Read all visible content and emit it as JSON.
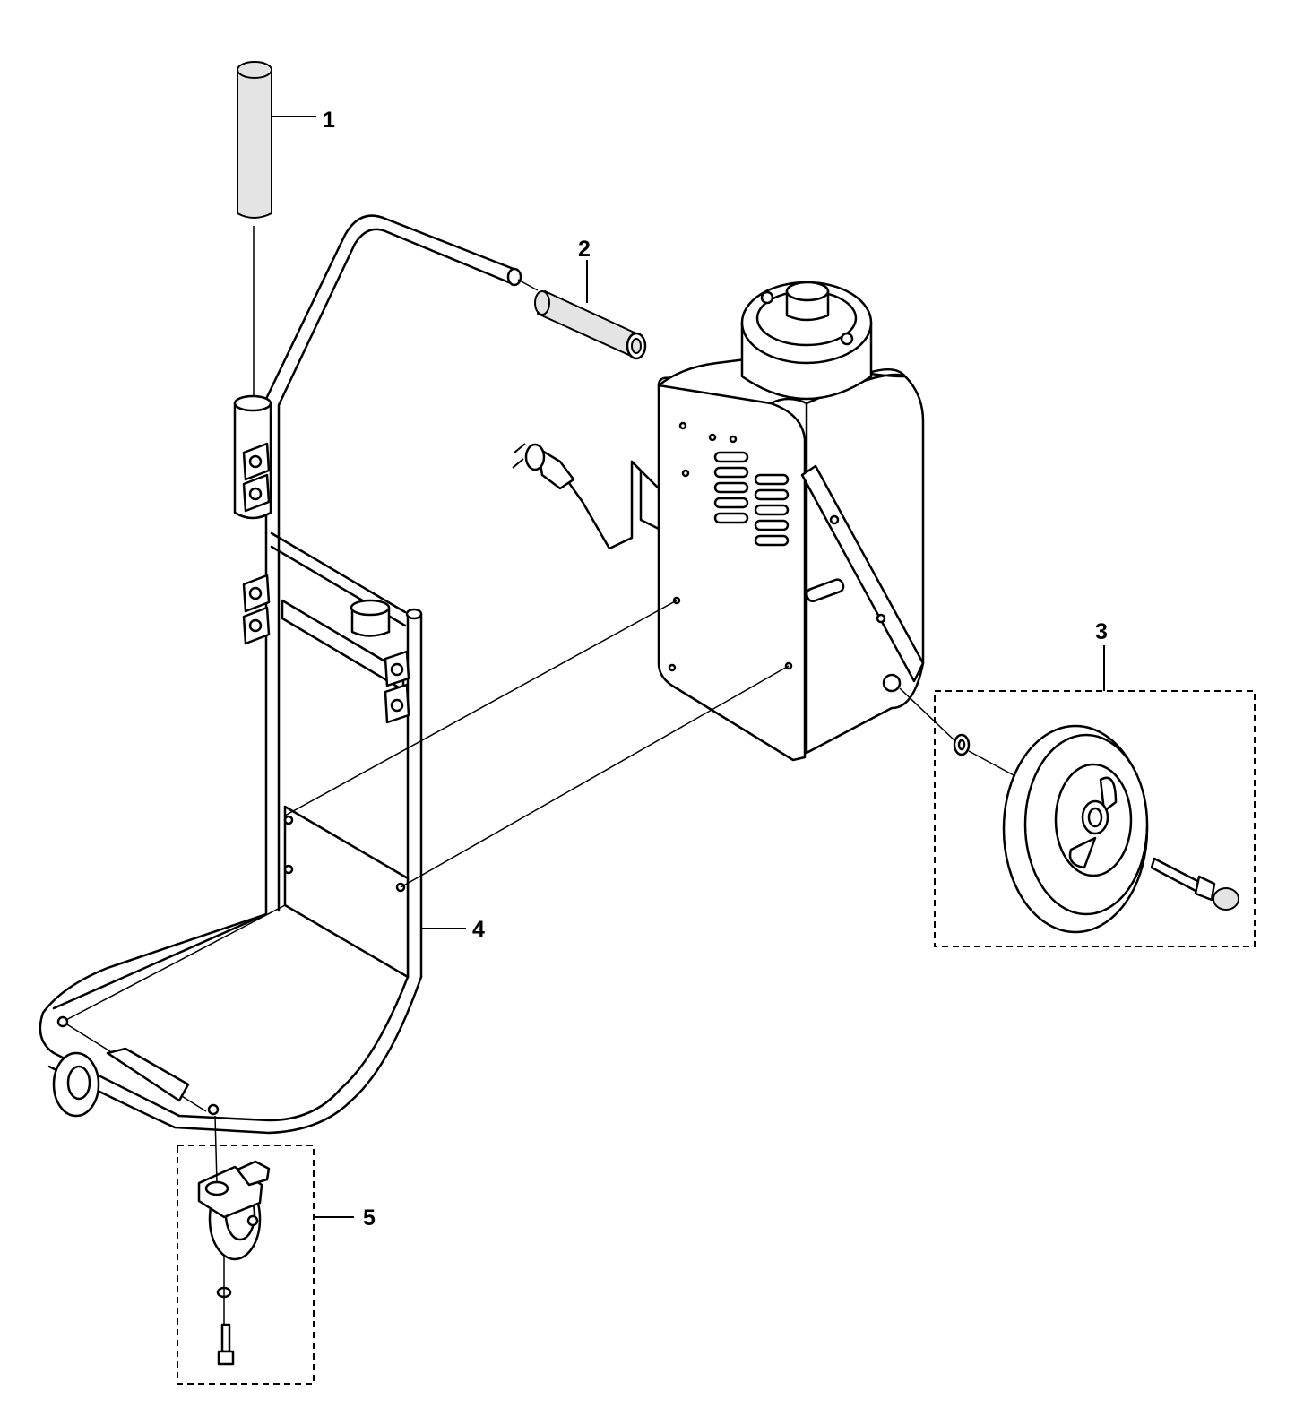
{
  "callouts": [
    {
      "id": 1,
      "label": "1",
      "part": "handle-grip-tube"
    },
    {
      "id": 2,
      "label": "2",
      "part": "handle-grip-sleeve"
    },
    {
      "id": 3,
      "label": "3",
      "part": "rear-wheel-kit"
    },
    {
      "id": 4,
      "label": "4",
      "part": "trolley-frame"
    },
    {
      "id": 5,
      "label": "5",
      "part": "caster-wheel-kit"
    }
  ]
}
